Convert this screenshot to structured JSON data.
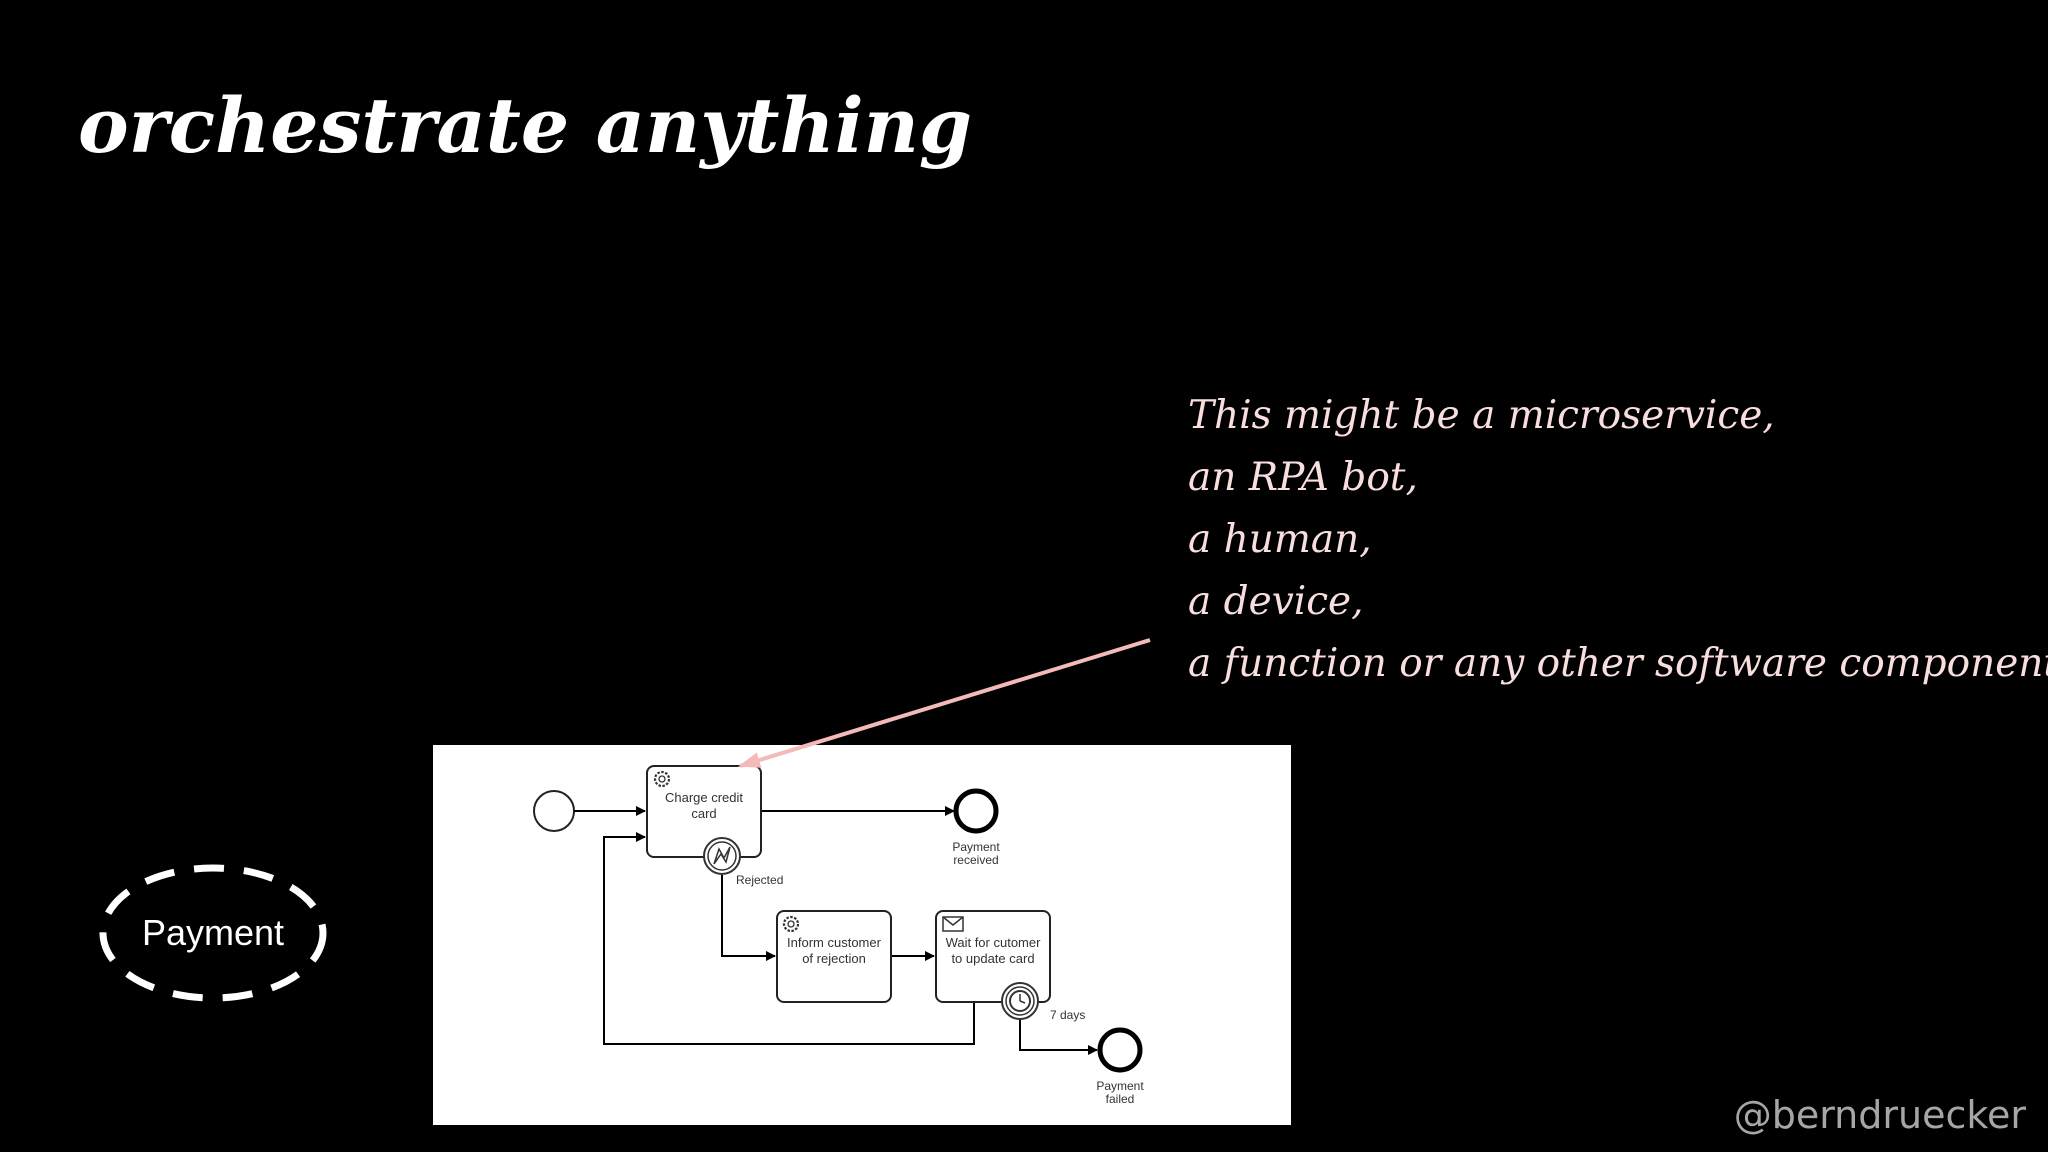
{
  "slide": {
    "title": "orchestrate anything",
    "handle": "@berndruecker"
  },
  "callout": {
    "lines": [
      "This might be a microservice,",
      "an RPA bot,",
      "a human,",
      "a device,",
      "a function or any other software component"
    ],
    "color": "#f9dede",
    "arrow_color": "#f4b9b9"
  },
  "payment_badge": {
    "label": "Payment"
  },
  "diagram": {
    "tasks": {
      "charge": {
        "line1": "Charge credit",
        "line2": "card",
        "icon": "gear-icon"
      },
      "inform": {
        "line1": "Inform customer",
        "line2": "of rejection",
        "icon": "gear-icon"
      },
      "wait": {
        "line1": "Wait for cutomer",
        "line2": "to update card",
        "icon": "envelope-icon"
      }
    },
    "events": {
      "received": {
        "line1": "Payment",
        "line2": "received"
      },
      "failed": {
        "line1": "Payment",
        "line2": "failed"
      }
    },
    "flow_labels": {
      "rejected": "Rejected",
      "timer": "7 days"
    }
  }
}
